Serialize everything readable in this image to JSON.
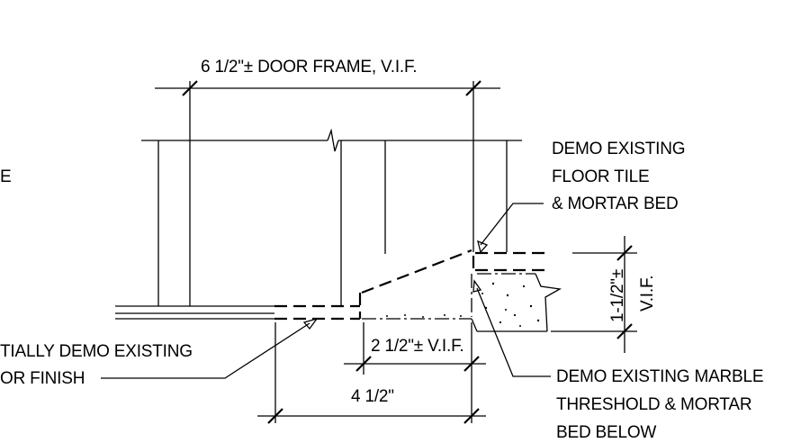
{
  "dimensions": {
    "door_frame": "6 1/2\"± DOOR FRAME, V.I.F.",
    "threshold_width": "2 1/2\"± V.I.F.",
    "overall": "4 1/2\"",
    "height": "1-1/2\"±",
    "height_vif": "V.I.F."
  },
  "notes": {
    "floor_tile": [
      "DEMO EXISTING",
      "FLOOR TILE",
      "& MORTAR BED"
    ],
    "marble_threshold": [
      "DEMO EXISTING MARBLE",
      "THRESHOLD & MORTAR",
      "BED BELOW"
    ],
    "floor_finish": [
      "TIALLY DEMO EXISTING",
      "OR FINISH"
    ],
    "cut_off": "E"
  },
  "colors": {
    "ink": "#000000",
    "background": "#ffffff"
  }
}
